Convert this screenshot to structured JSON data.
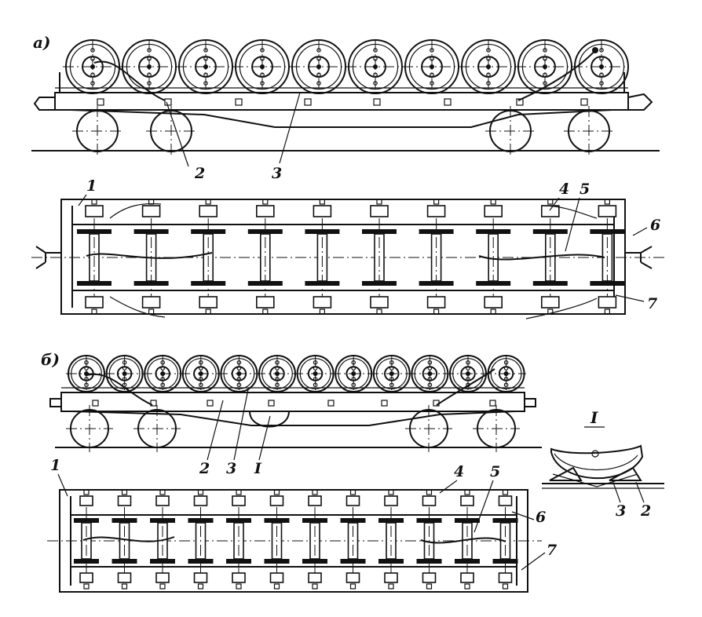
{
  "panels": {
    "a": {
      "label": "a)"
    },
    "b": {
      "label": "б)"
    }
  },
  "callouts_a_side": [
    "2",
    "3"
  ],
  "callouts_a_plan": [
    "1",
    "4",
    "5",
    "6",
    "7"
  ],
  "callouts_b_side": [
    "2",
    "3",
    "I"
  ],
  "callouts_b_plan": [
    "1",
    "4",
    "5",
    "6",
    "7"
  ],
  "detail": {
    "title": "I",
    "callouts": [
      "3",
      "2"
    ]
  }
}
